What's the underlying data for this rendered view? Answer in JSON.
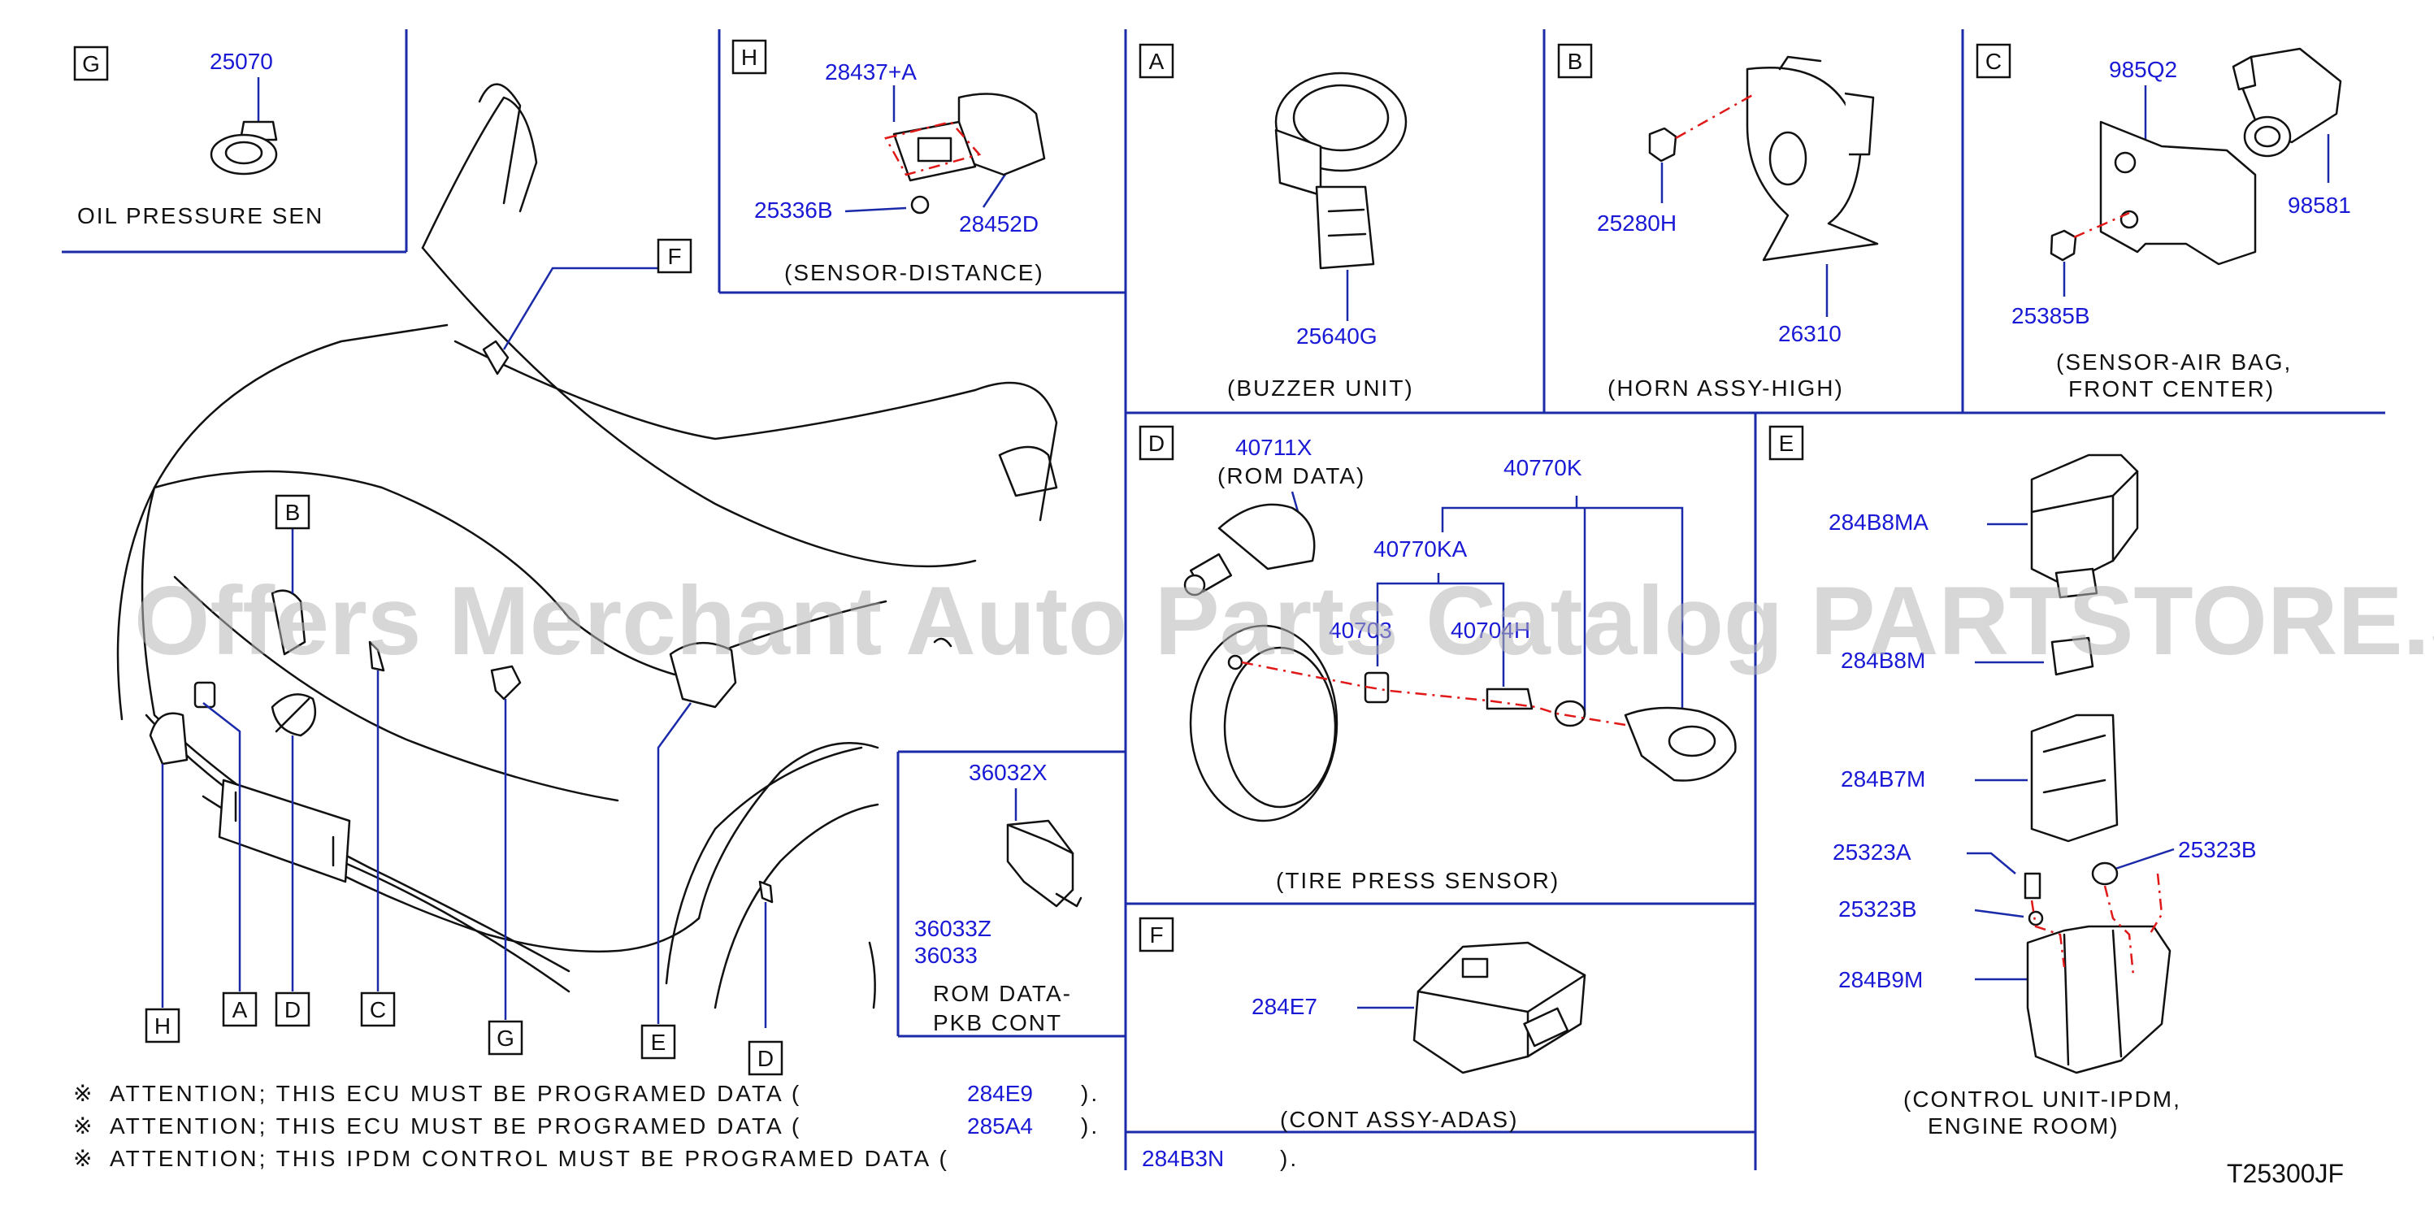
{
  "sections": {
    "G": {
      "letter": "G",
      "part": "25070",
      "label": "OIL   PRESSURE   SEN"
    },
    "H": {
      "letter": "H",
      "parts": [
        "28437+A",
        "25336B",
        "28452D"
      ],
      "label": "(SENSOR-DISTANCE)"
    },
    "A": {
      "letter": "A",
      "part": "25640G",
      "label": "(BUZZER   UNIT)"
    },
    "B": {
      "letter": "B",
      "parts": [
        "25280H",
        "26310"
      ],
      "label": "(HORN   ASSY-HIGH)"
    },
    "C": {
      "letter": "C",
      "parts": [
        "985Q2",
        "98581",
        "25385B"
      ],
      "label_line1": "(SENSOR-AIR   BAG,",
      "label_line2": "FRONT   CENTER)"
    },
    "D": {
      "letter": "D",
      "parts": [
        "40711X",
        "40770K",
        "40770KA",
        "40703",
        "40704H"
      ],
      "rom_label": "(ROM   DATA)",
      "label": "(TIRE   PRESS   SENSOR)"
    },
    "E": {
      "letter": "E",
      "parts": [
        "284B8MA",
        "284B8M",
        "284B7M",
        "25323A",
        "25323B",
        "25323B",
        "284B9M"
      ],
      "label_line1": "(CONTROL   UNIT-IPDM,",
      "label_line2": "ENGINE   ROOM)"
    },
    "F": {
      "letter": "F",
      "part": "284E7",
      "label": "(CONT   ASSY-ADAS)"
    },
    "PKB": {
      "parts": [
        "36032X",
        "36033Z",
        "36033"
      ],
      "label_line1": "ROM   DATA-",
      "label_line2": "PKB   CONT"
    }
  },
  "car_callouts": [
    "B",
    "F",
    "H",
    "A",
    "D",
    "C",
    "G",
    "E",
    "D"
  ],
  "attention": [
    {
      "mark": "※",
      "text": "ATTENTION;   THIS   ECU   MUST   BE   PROGRAMED   DATA   (",
      "part": "284E9",
      "close": ")."
    },
    {
      "mark": "※",
      "text": "ATTENTION;   THIS   ECU   MUST   BE   PROGRAMED   DATA   (",
      "part": "285A4",
      "close": ")."
    },
    {
      "mark": "※",
      "text": "ATTENTION;   THIS   IPDM   CONTROL   MUST   BE   PROGRAMED   DATA   (",
      "part": "284B3N",
      "close": ")."
    }
  ],
  "diagram_code": "T25300JF",
  "watermark": "Offers Merchant Auto Parts Catalog PARTSTORE.SA",
  "colors": {
    "part_number": "#1a1ad6",
    "separator": "#1b2aa8",
    "exploded_line": "#e01818",
    "watermark": "#b7b7b7"
  }
}
